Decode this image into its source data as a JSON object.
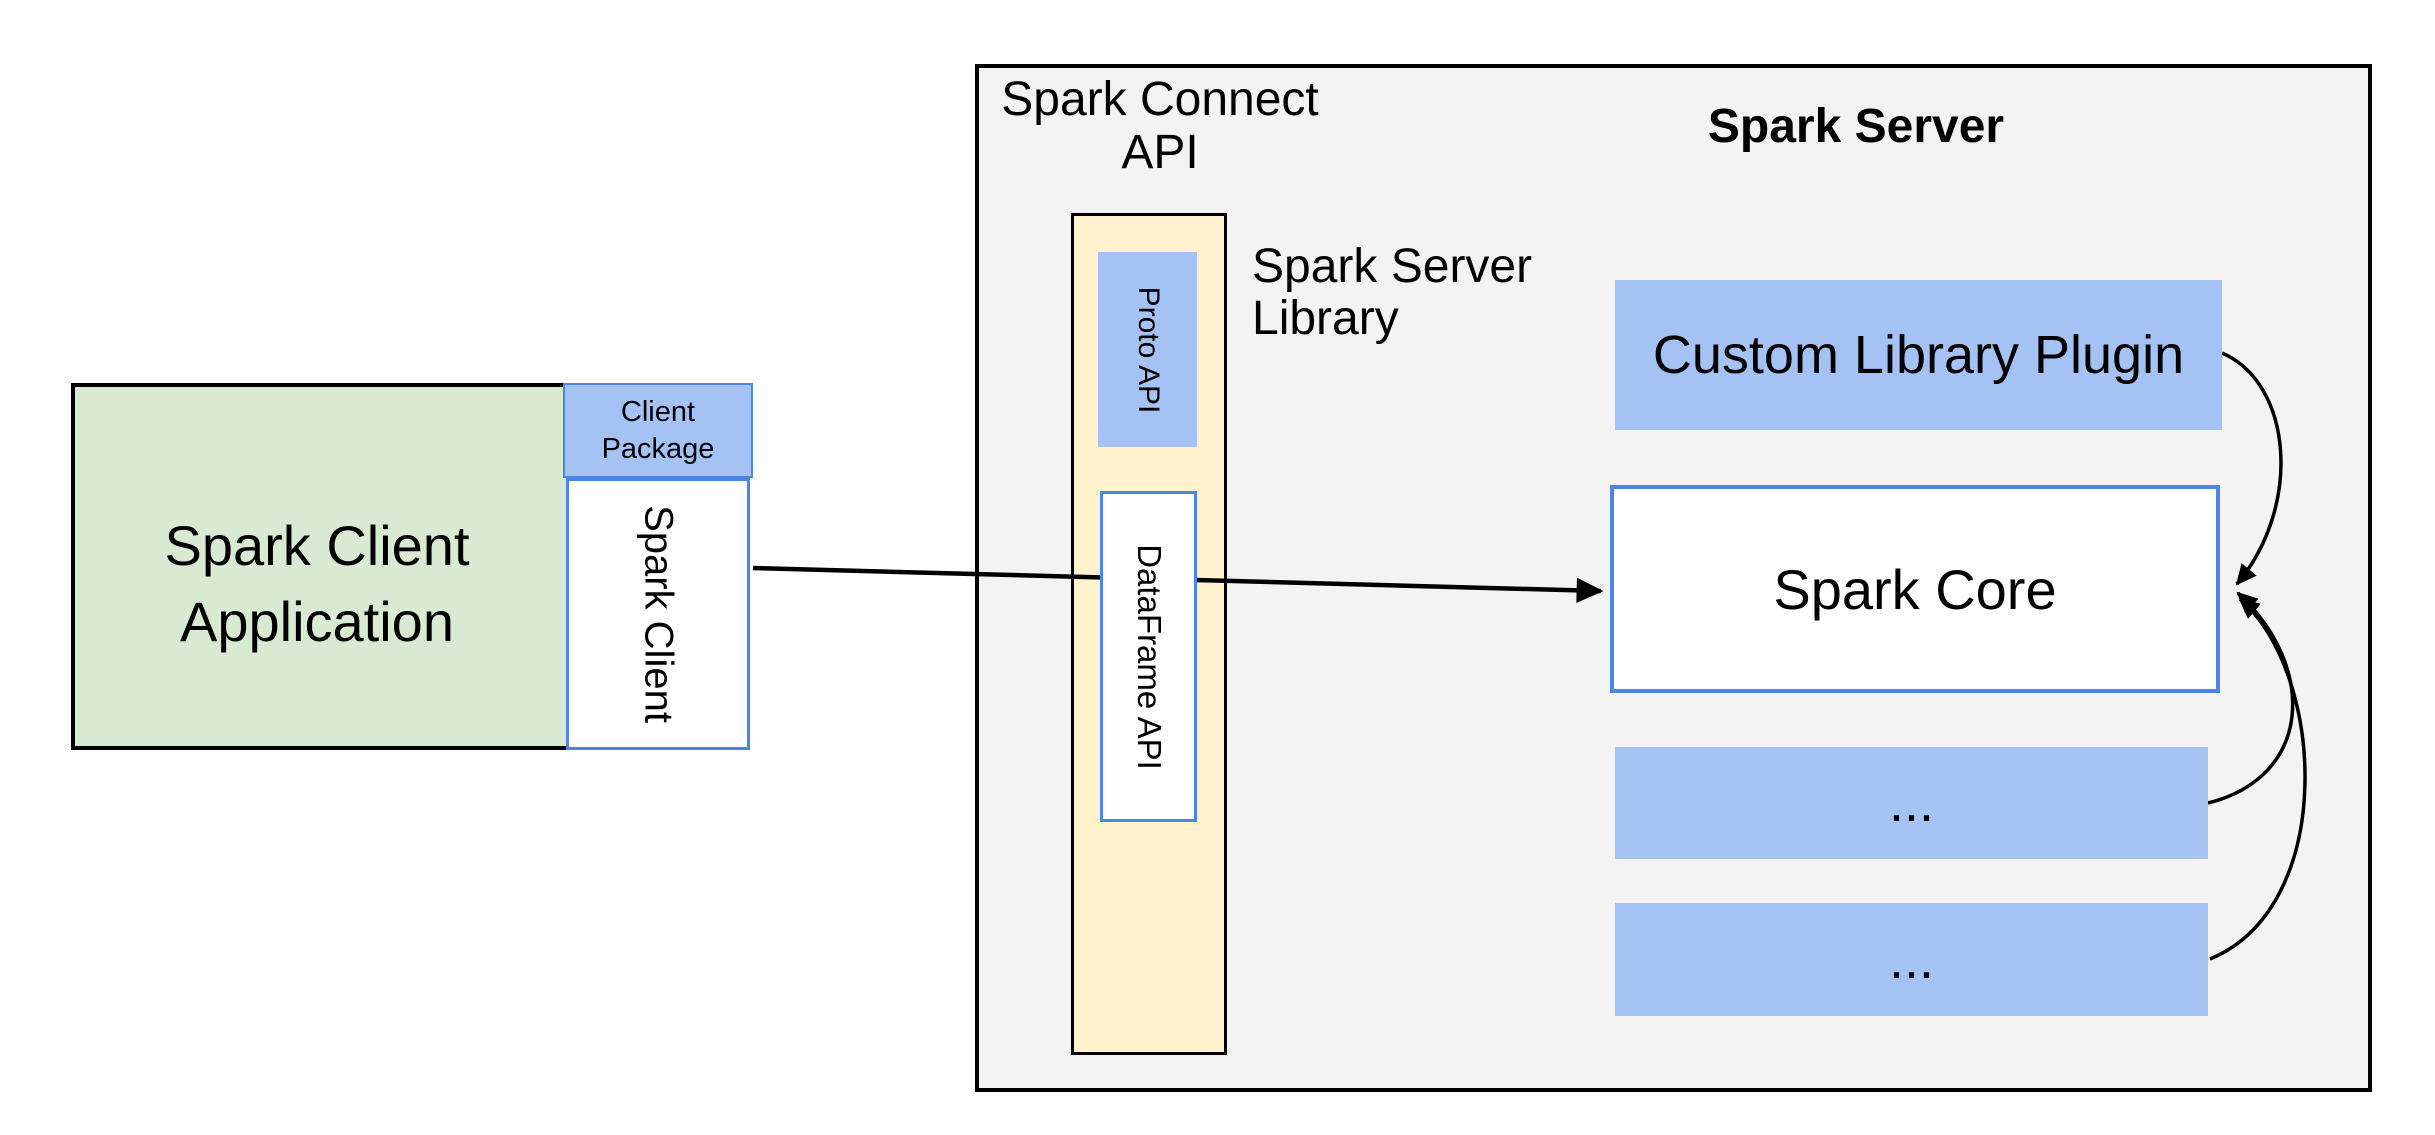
{
  "diagram": {
    "client_app": {
      "line1": "Spark Client",
      "line2": "Application"
    },
    "client_package": {
      "line1": "Client",
      "line2": "Package"
    },
    "spark_client_label": "Spark Client",
    "connect_api": {
      "line1": "Spark Connect",
      "line2": "API"
    },
    "server_title": "Spark Server",
    "server_library": {
      "line1": "Spark Server",
      "line2": "Library"
    },
    "proto_api_label": "Proto API",
    "dataframe_api_label": "DataFrame API",
    "custom_plugin_label": "Custom Library Plugin",
    "spark_core_label": "Spark Core",
    "ellipsis_box_1": "...",
    "ellipsis_box_2": "...",
    "colors": {
      "blue_fill": "#a4c2f4",
      "blue_border": "#4a86e8",
      "green_fill": "#d9ead3",
      "yellow_fill": "#fff2cc",
      "gray_fill": "#f3f3f3",
      "line_black": "#000000",
      "background": "#ffffff"
    }
  }
}
